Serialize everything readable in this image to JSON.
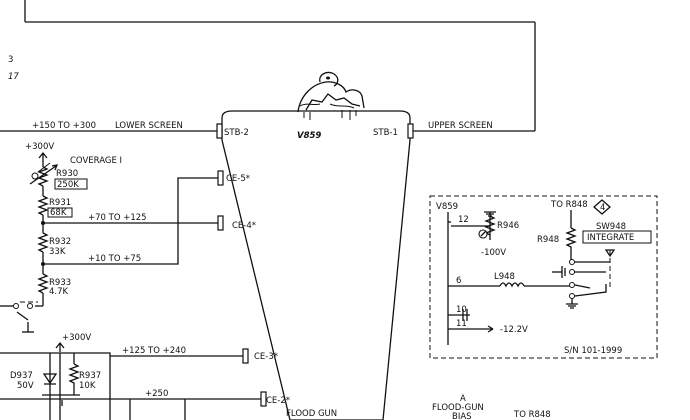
{
  "diagram": {
    "left_margin_chars": [
      "3",
      "17"
    ],
    "tube": {
      "name": "V859",
      "pins": {
        "stb2": "STB-2",
        "stb1": "STB-1",
        "ce5": "CE-5*",
        "ce4": "CE-4*",
        "ce3": "CE-3*",
        "ce2": "CE-2*"
      },
      "bottom_label": "FLOOD GUN"
    },
    "screens": {
      "lower_voltage": "+150 TO +300",
      "lower_label": "LOWER SCREEN",
      "upper_label": "UPPER SCREEN"
    },
    "supply_top": "+300V",
    "coverage": "COVERAGE I",
    "resistors": {
      "r930": "R930",
      "r930_value": "250K",
      "r931": "R931",
      "r931_value": "68K",
      "r932": "R932",
      "r932_value": "33K",
      "r933": "R933",
      "r933_value": "4.7K"
    },
    "voltages": {
      "ce4": "+70 TO +125",
      "mid": "+10 TO +75",
      "ce3": "+125 TO +240",
      "ce2": "+250"
    },
    "bottom_supply": {
      "label": "+300V",
      "diode": "D937",
      "diode_value": "50V",
      "resistor": "R937",
      "resistor_value": "10K"
    },
    "inset": {
      "tube": "V859",
      "to_r848_top": "TO R848",
      "marker": "4",
      "pin12": "12",
      "pot": "R946",
      "neg100": "-100V",
      "r948": "R948",
      "sw": "SW948",
      "integrate": "INTEGRATE",
      "pin6": "6",
      "l948": "L948",
      "pin10": "10",
      "pin11": "11",
      "neg12": "-12.2V",
      "sn": "S/N 101-1999"
    },
    "bottom_texts": {
      "a": "A",
      "flood_gun": "FLOOD-GUN",
      "bias": "BIAS",
      "to_r848": "TO R848"
    }
  }
}
